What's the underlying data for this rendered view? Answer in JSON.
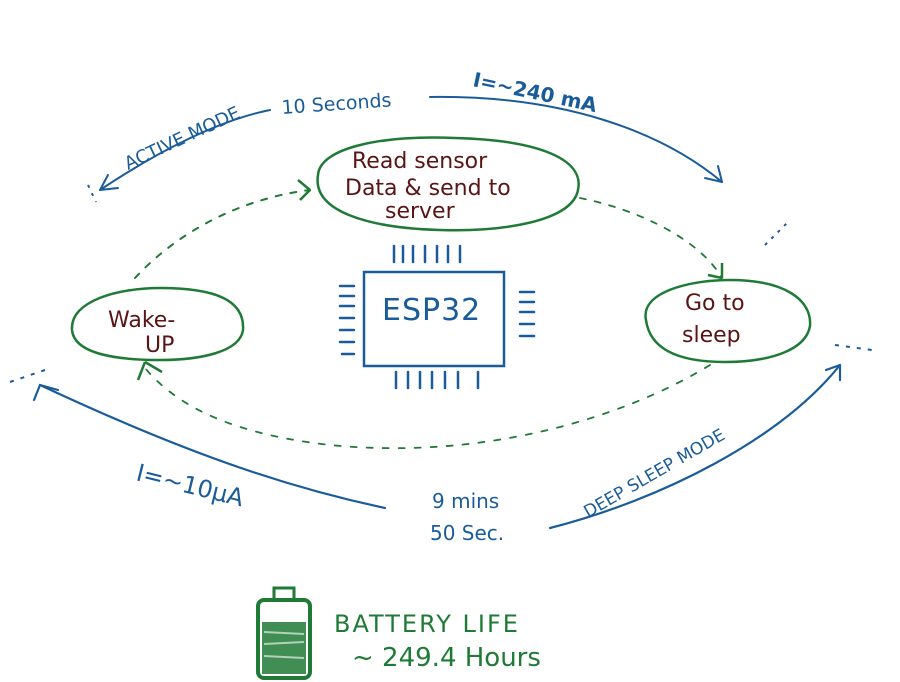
{
  "colors": {
    "ink_blue": "#1a5c9a",
    "ink_green": "#1f7a36",
    "ink_maroon": "#5a1414",
    "background": "#ffffff"
  },
  "nodes": {
    "read_sensor": {
      "line1": "Read sensor",
      "line2": "Data & send to",
      "line3": "server"
    },
    "wake_up": {
      "line1": "Wake-",
      "line2": "UP"
    },
    "go_to_sleep": {
      "line1": "Go to",
      "line2": "sleep"
    },
    "chip": {
      "label": "ESP32"
    }
  },
  "annotations": {
    "active_mode": "ACTIVE MODE",
    "active_duration": "10 Seconds",
    "active_current": "I=~240 mA",
    "sleep_current": "I=~10µA",
    "sleep_duration_line1": "9 mins",
    "sleep_duration_line2": "50 Sec.",
    "deep_sleep_mode": "DEEP SLEEP MODE"
  },
  "battery": {
    "icon": "battery-icon",
    "title": "BATTERY LIFE",
    "value": "~ 249.4 Hours"
  }
}
